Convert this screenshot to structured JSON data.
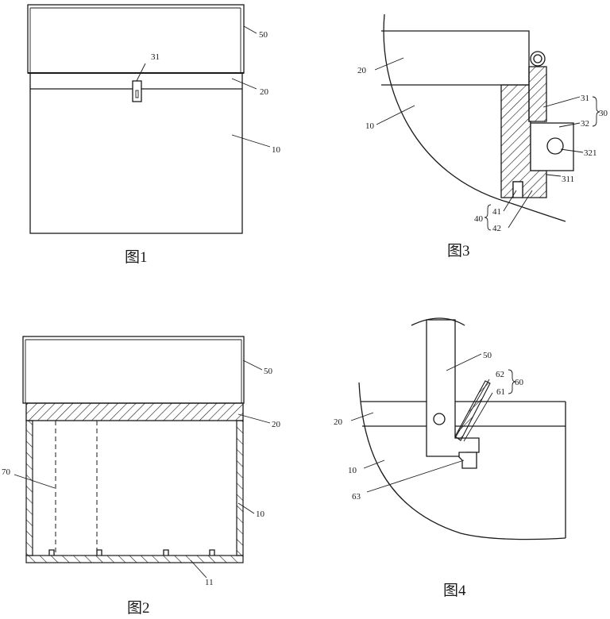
{
  "figures": [
    {
      "caption": "图1",
      "labels": {
        "lid": "50",
        "lock": "31",
        "rim": "20",
        "box": "10"
      }
    },
    {
      "caption": "图2",
      "labels": {
        "lid": "50",
        "rim": "20",
        "partition": "70",
        "box": "10",
        "bottom": "11"
      }
    },
    {
      "caption": "图3",
      "labels": {
        "rim": "20",
        "box": "10",
        "strap": "31",
        "group": "30",
        "block": "32",
        "hole": "321",
        "hook": "311",
        "group_b": "40",
        "part_a": "41",
        "part_b": "42"
      }
    },
    {
      "caption": "图4",
      "labels": {
        "lid": "50",
        "part_b": "62",
        "group": "60",
        "part_a": "61",
        "rim": "20",
        "box": "10",
        "catch": "63"
      }
    }
  ]
}
